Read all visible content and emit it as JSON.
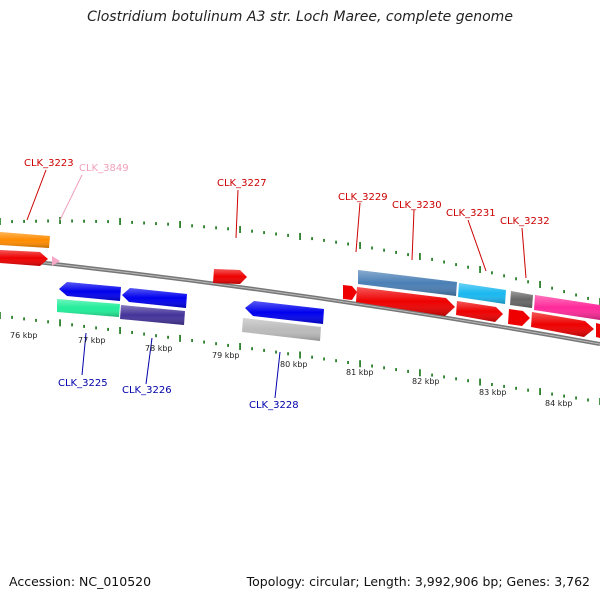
{
  "title": "Clostridium botulinum A3 str. Loch Maree, complete genome",
  "footer": {
    "accession": "Accession: NC_010520",
    "summary": "Topology: circular; Length: 3,992,906 bp; Genes: 3,762"
  },
  "colors": {
    "gene_forward_label": "#cc0000",
    "gene_reverse_label": "#0000aa",
    "pseudo_label": "#f2a0b8",
    "ticks": "#006600",
    "backbone": "#777777"
  },
  "scale_labels": [
    "76 kbp",
    "77 kbp",
    "78 kbp",
    "79 kbp",
    "80 kbp",
    "81 kbp",
    "82 kbp",
    "83 kbp",
    "84 kbp"
  ],
  "gene_labels": [
    {
      "id": "CLK_3223",
      "text": "CLK_3223",
      "strand": "forward"
    },
    {
      "id": "CLK_3849",
      "text": "CLK_3849",
      "strand": "pseudo"
    },
    {
      "id": "CLK_3227",
      "text": "CLK_3227",
      "strand": "forward"
    },
    {
      "id": "CLK_3229",
      "text": "CLK_3229",
      "strand": "forward"
    },
    {
      "id": "CLK_3230",
      "text": "CLK_3230",
      "strand": "forward"
    },
    {
      "id": "CLK_3231",
      "text": "CLK_3231",
      "strand": "forward"
    },
    {
      "id": "CLK_3232",
      "text": "CLK_3232",
      "strand": "forward"
    },
    {
      "id": "CLK_3225",
      "text": "CLK_3225",
      "strand": "reverse"
    },
    {
      "id": "CLK_3226",
      "text": "CLK_3226",
      "strand": "reverse"
    },
    {
      "id": "CLK_3228",
      "text": "CLK_3228",
      "strand": "reverse"
    }
  ]
}
